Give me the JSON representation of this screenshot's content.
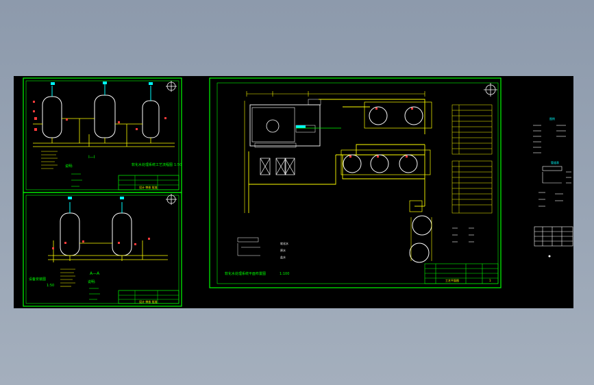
{
  "colors": {
    "background": "#97a3b3",
    "canvas": "#000000",
    "frame": "#00ff00",
    "pipe": "#ffff00",
    "tank": "#ffffff",
    "nozzle": "#ff3b3b",
    "accent": "#00ffff"
  },
  "left_top": {
    "section_label": "Ⅰ—Ⅰ",
    "title": "软化水处理系统工艺流程图",
    "scale": "1:50",
    "notes_heading": "说明:",
    "title_block_text": "设计 审核 批准"
  },
  "left_bottom": {
    "section_label": "A—A",
    "title": "设备安装图",
    "scale": "1:50",
    "notes_heading": "说明:",
    "title_block_text": "设计 审核 批准"
  },
  "right_sheet": {
    "title": "软化水处理系统平面布置图",
    "scale": "1:100",
    "sheet_number": "1",
    "title_block_label": "工艺平面图",
    "tag_soft": "软化水",
    "tag_raw": "原水",
    "tag_salt": "盐水"
  },
  "legend": {
    "heading": "图例",
    "table_heading": "管道表"
  }
}
